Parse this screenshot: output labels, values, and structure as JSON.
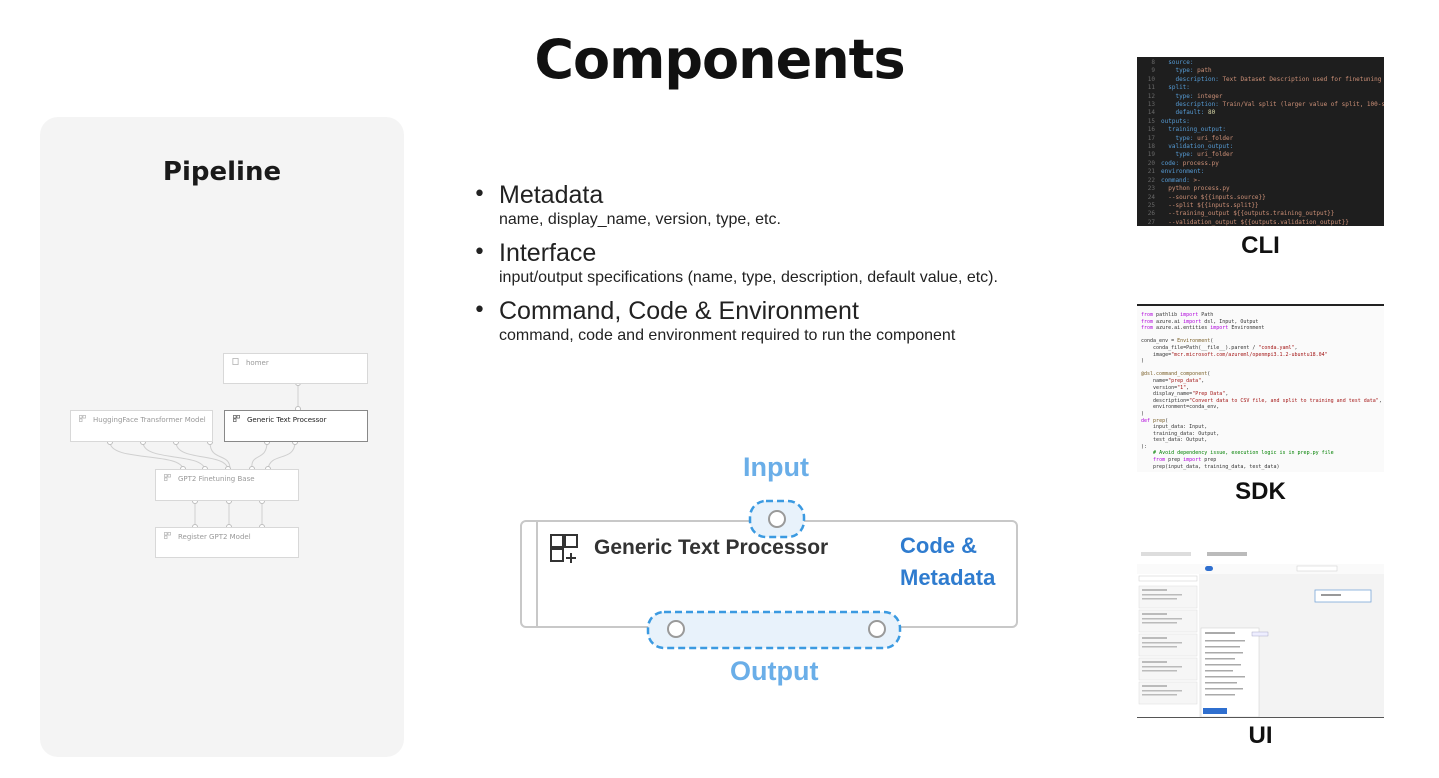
{
  "title": "Components",
  "pipeline": {
    "title": "Pipeline",
    "nodes": {
      "homer": "homer",
      "hf_model": "HuggingFace Transformer Model",
      "text_processor": "Generic Text Processor",
      "gpt2_finetune": "GPT2 Finetuning Base",
      "register": "Register GPT2 Model"
    }
  },
  "bullets": [
    {
      "heading": "Metadata",
      "sub": "name, display_name, version, type, etc."
    },
    {
      "heading": "Interface",
      "sub": "input/output specifications (name, type, description, default value, etc)."
    },
    {
      "heading": "Command, Code & Environment",
      "sub": "command, code and environment required to run the component"
    }
  ],
  "component_diagram": {
    "input_label": "Input",
    "output_label": "Output",
    "component_name": "Generic Text Processor",
    "code_meta_line1": "Code &",
    "code_meta_line2": "Metadata",
    "colors": {
      "accent": "#6aaee8",
      "code_meta": "#2f7ccf"
    }
  },
  "thumbnails": {
    "cli_label": "CLI",
    "sdk_label": "SDK",
    "ui_label": "UI"
  }
}
